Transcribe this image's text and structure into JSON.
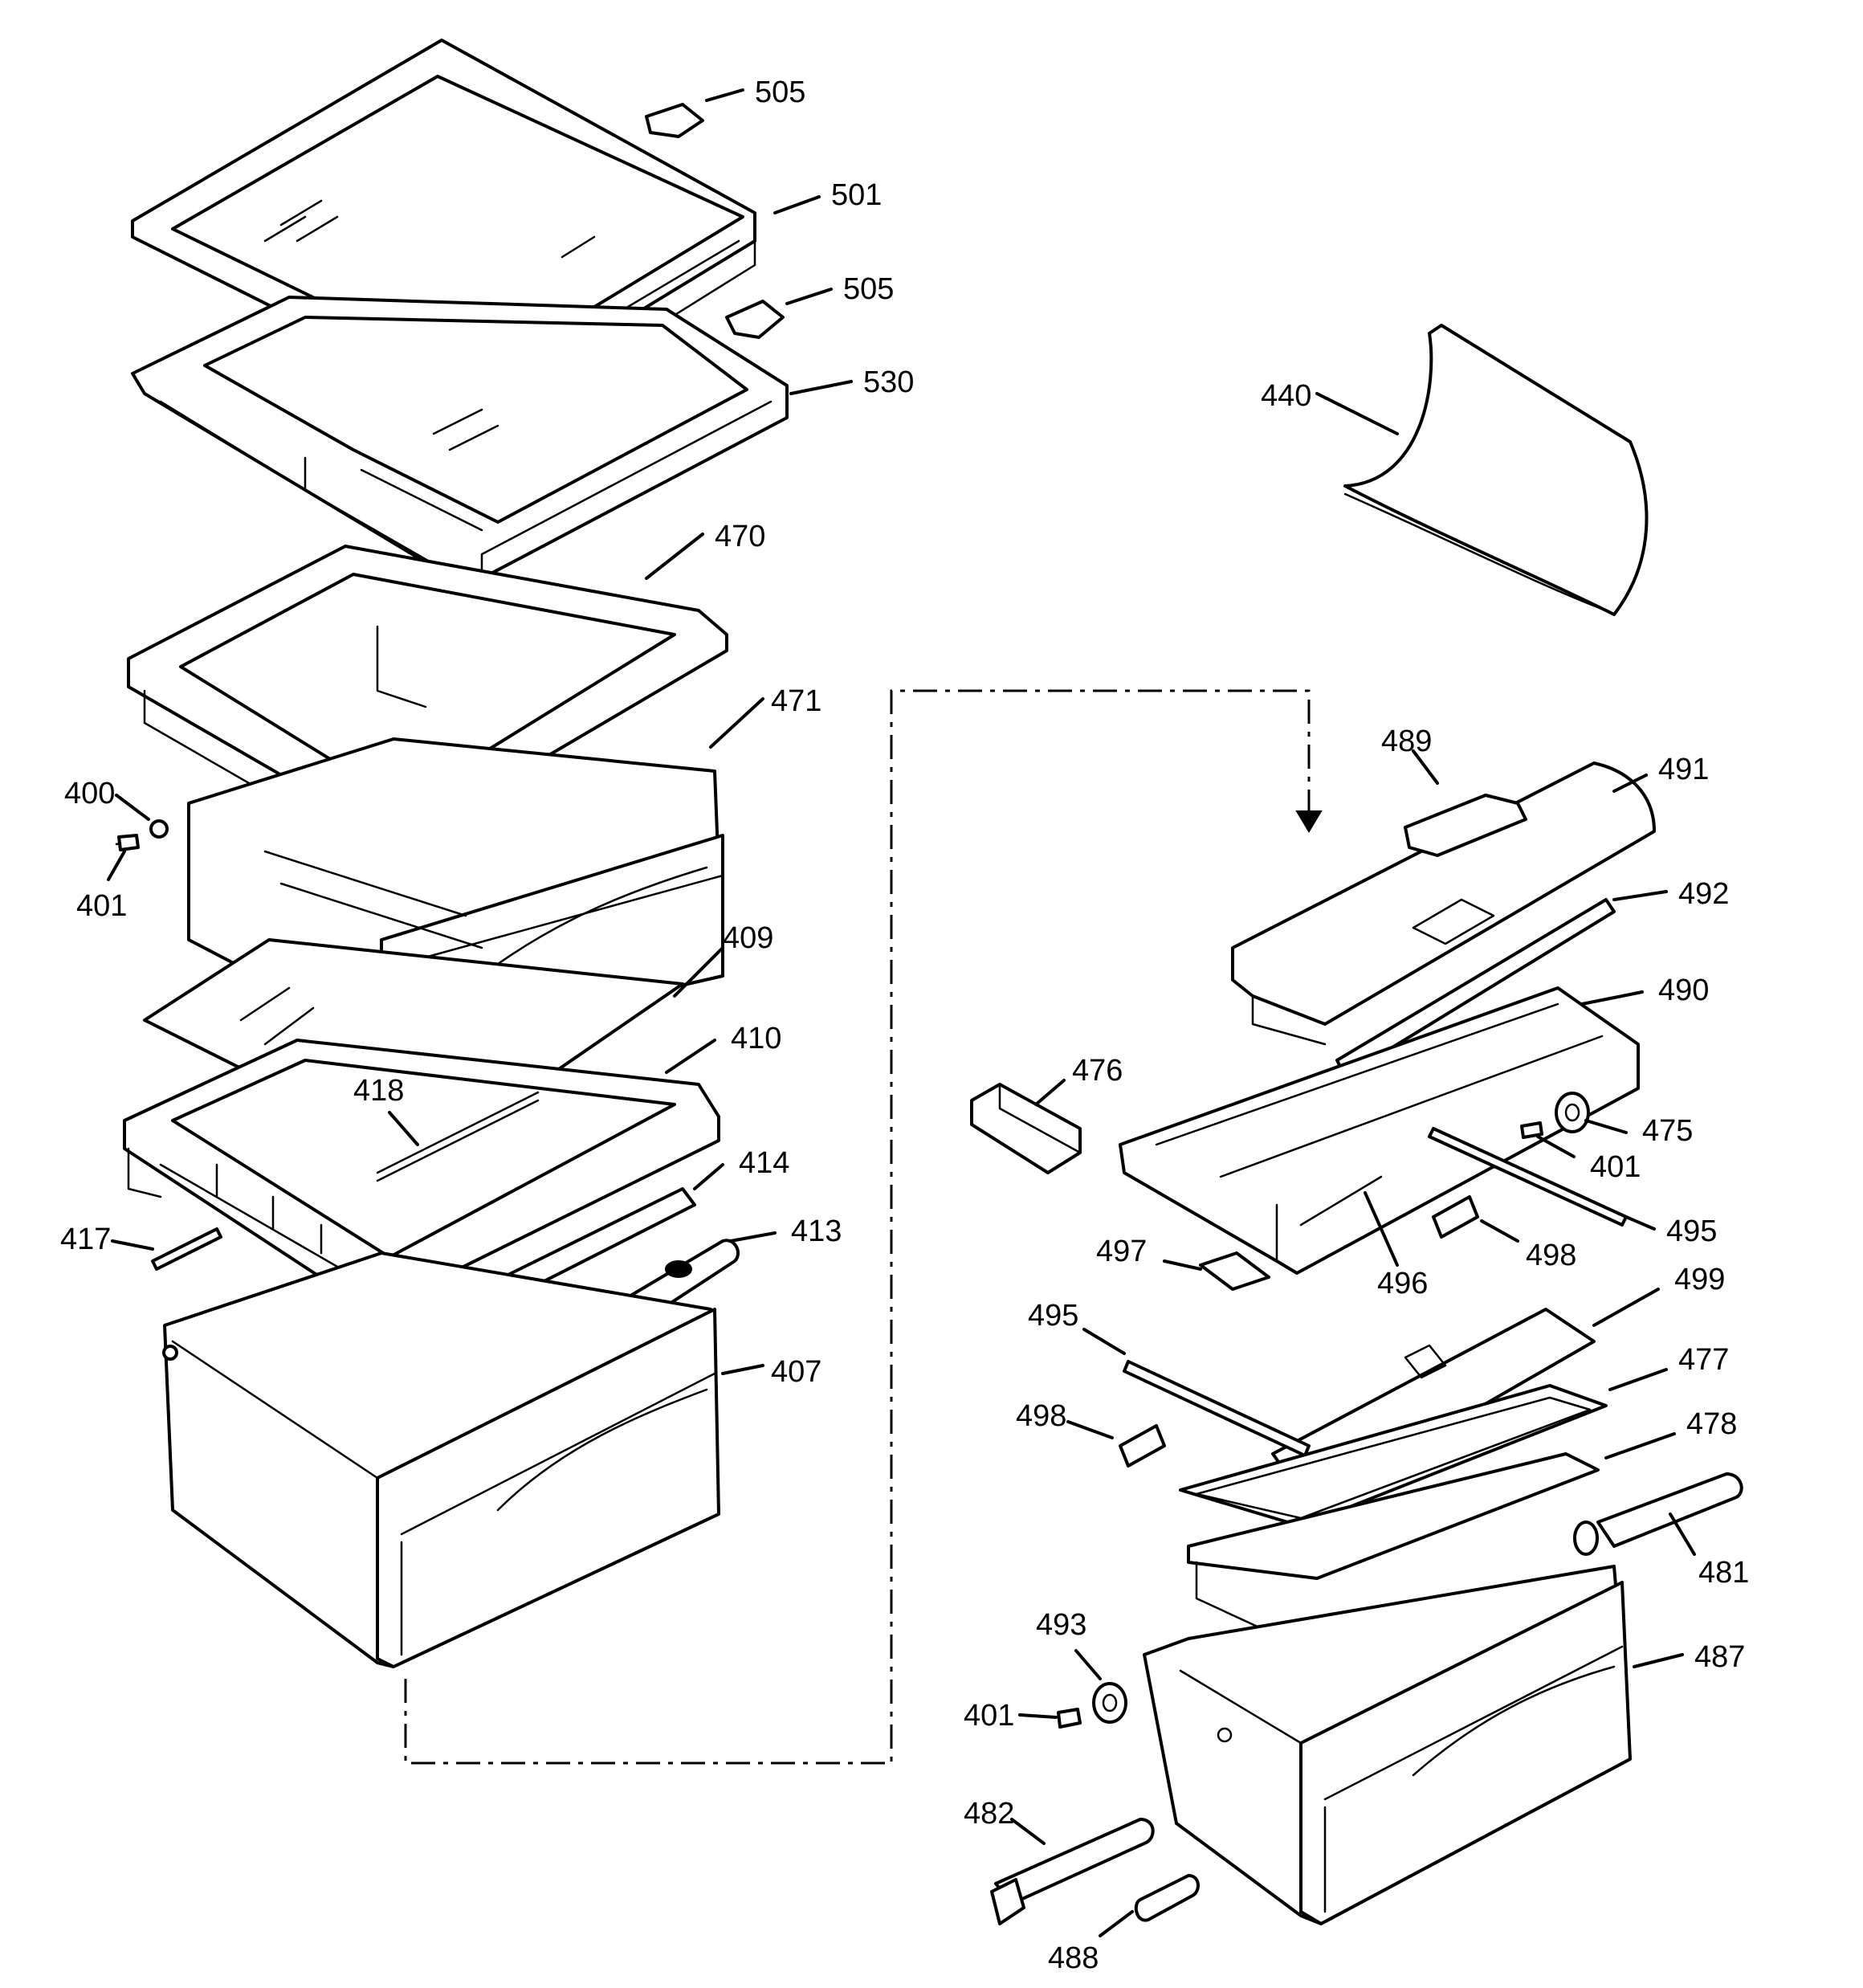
{
  "parts": [
    {
      "id": "p505a",
      "label": "505"
    },
    {
      "id": "p501",
      "label": "501"
    },
    {
      "id": "p505b",
      "label": "505"
    },
    {
      "id": "p530",
      "label": "530"
    },
    {
      "id": "p470",
      "label": "470"
    },
    {
      "id": "p440",
      "label": "440"
    },
    {
      "id": "p471",
      "label": "471"
    },
    {
      "id": "p400",
      "label": "400"
    },
    {
      "id": "p401a",
      "label": "401"
    },
    {
      "id": "p409",
      "label": "409"
    },
    {
      "id": "p410",
      "label": "410"
    },
    {
      "id": "p418",
      "label": "418"
    },
    {
      "id": "p414",
      "label": "414"
    },
    {
      "id": "p417",
      "label": "417"
    },
    {
      "id": "p413",
      "label": "413"
    },
    {
      "id": "p407",
      "label": "407"
    },
    {
      "id": "p489",
      "label": "489"
    },
    {
      "id": "p491",
      "label": "491"
    },
    {
      "id": "p492",
      "label": "492"
    },
    {
      "id": "p490",
      "label": "490"
    },
    {
      "id": "p476",
      "label": "476"
    },
    {
      "id": "p475",
      "label": "475"
    },
    {
      "id": "p401b",
      "label": "401"
    },
    {
      "id": "p495a",
      "label": "495"
    },
    {
      "id": "p497",
      "label": "497"
    },
    {
      "id": "p496",
      "label": "496"
    },
    {
      "id": "p498a",
      "label": "498"
    },
    {
      "id": "p499",
      "label": "499"
    },
    {
      "id": "p495b",
      "label": "495"
    },
    {
      "id": "p477",
      "label": "477"
    },
    {
      "id": "p498b",
      "label": "498"
    },
    {
      "id": "p478",
      "label": "478"
    },
    {
      "id": "p481",
      "label": "481"
    },
    {
      "id": "p493",
      "label": "493"
    },
    {
      "id": "p487",
      "label": "487"
    },
    {
      "id": "p401c",
      "label": "401"
    },
    {
      "id": "p482",
      "label": "482"
    },
    {
      "id": "p488",
      "label": "488"
    }
  ]
}
